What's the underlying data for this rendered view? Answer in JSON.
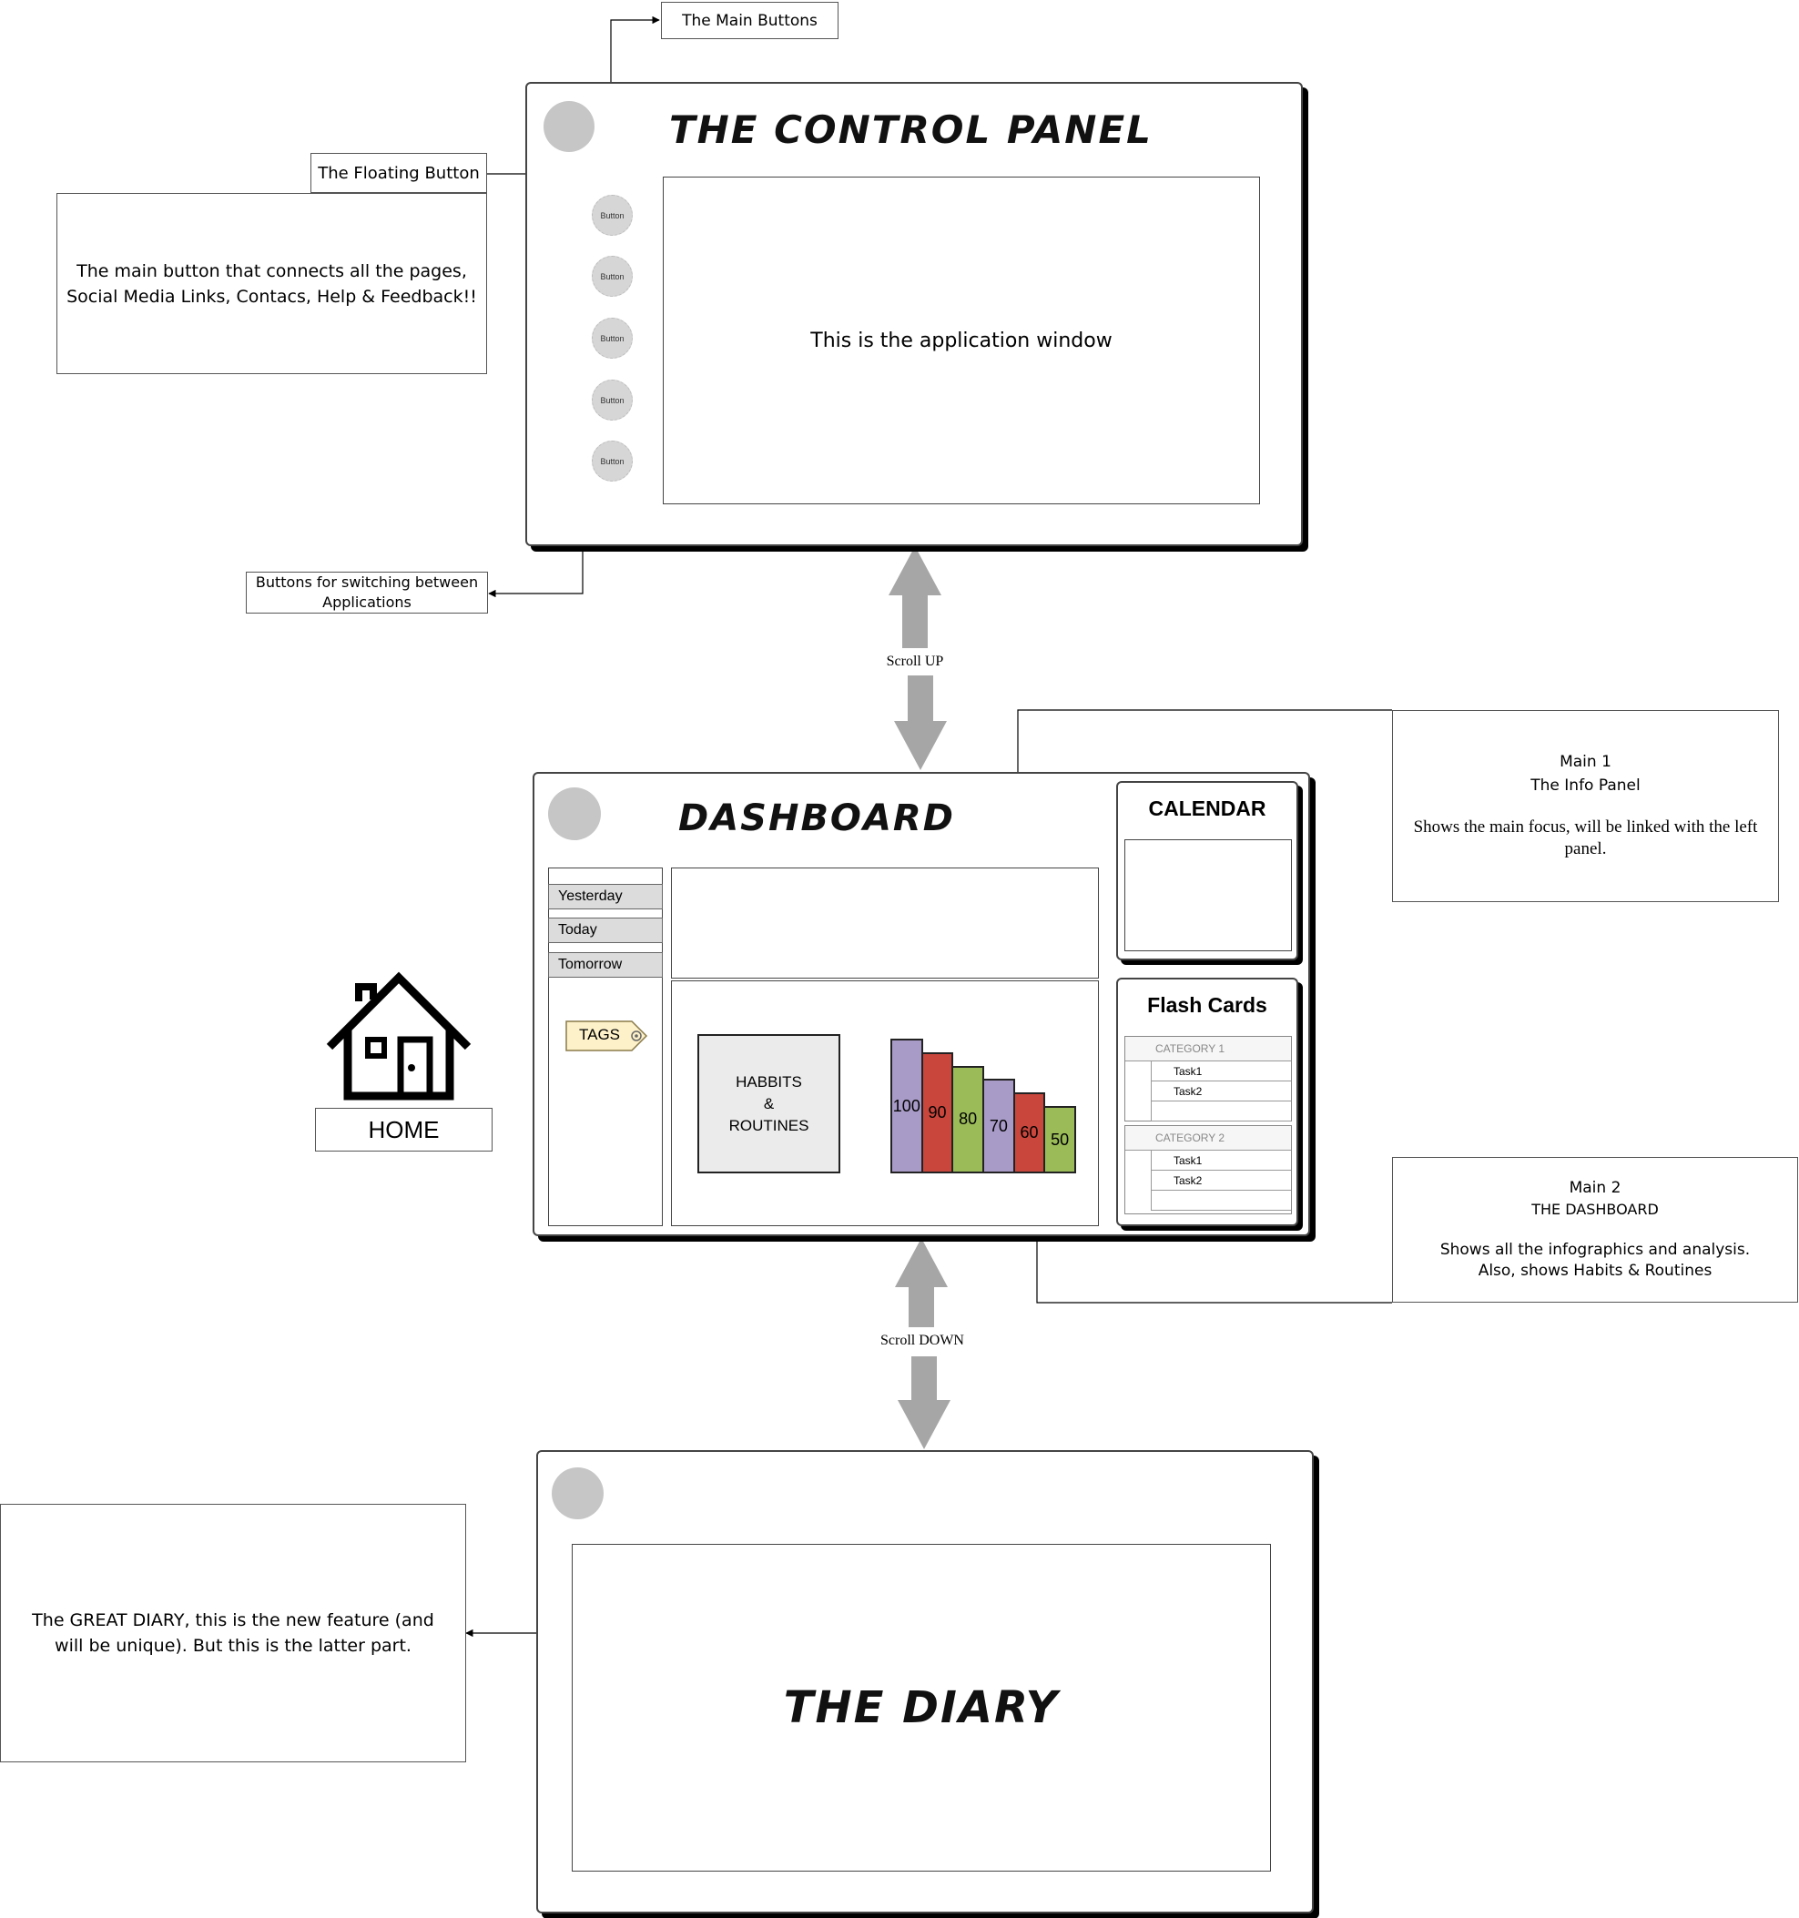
{
  "callouts": {
    "main_buttons": "The Main Buttons",
    "floating_button": "The Floating Button",
    "floating_button_desc": "The main button that connects all the pages, Social Media Links, Contacs, Help & Feedback!!",
    "switch_buttons": "Buttons for switching between Applications",
    "diary_desc": "The GREAT DIARY, this is the new feature (and will be unique). But this is the latter part."
  },
  "control_panel": {
    "title": "THE CONTROL PANEL",
    "app_window_text": "This is the application window",
    "buttons": [
      "Button",
      "Button",
      "Button",
      "Button",
      "Button"
    ]
  },
  "arrows": {
    "scroll_up": "Scroll UP",
    "scroll_down": "Scroll DOWN"
  },
  "home": {
    "label": "HOME"
  },
  "dashboard": {
    "title": "DASHBOARD",
    "tabs": [
      "Yesterday",
      "Today",
      "Tomorrow"
    ],
    "tags_label": "TAGS",
    "habits_label_1": "HABBITS",
    "habits_label_2": "&",
    "habits_label_3": "ROUTINES",
    "calendar_title": "CALENDAR",
    "flash_cards_title": "Flash Cards",
    "categories": [
      {
        "name": "CATEGORY 1",
        "tasks": [
          "Task1",
          "Task2"
        ]
      },
      {
        "name": "CATEGORY 2",
        "tasks": [
          "Task1",
          "Task2"
        ]
      }
    ]
  },
  "chart_data": {
    "type": "bar",
    "categories": [
      "",
      "",
      "",
      "",
      "",
      ""
    ],
    "values": [
      100,
      90,
      80,
      70,
      60,
      50
    ],
    "colors": [
      "#a99bc8",
      "#c9463d",
      "#9bbb59",
      "#a99bc8",
      "#c9463d",
      "#9bbb59"
    ]
  },
  "info_boxes": {
    "main1": {
      "heading": "Main 1",
      "title": "The Info Panel",
      "desc": "Shows the main focus, will be linked with the left panel."
    },
    "main2": {
      "heading": "Main 2",
      "title": "THE DASHBOARD",
      "desc_1": "Shows all the infographics and analysis.",
      "desc_2": "Also, shows Habits & Routines"
    }
  },
  "diary": {
    "title": "THE DIARY"
  },
  "icons": [
    "house-icon",
    "tag-icon",
    "arrow-icon"
  ]
}
